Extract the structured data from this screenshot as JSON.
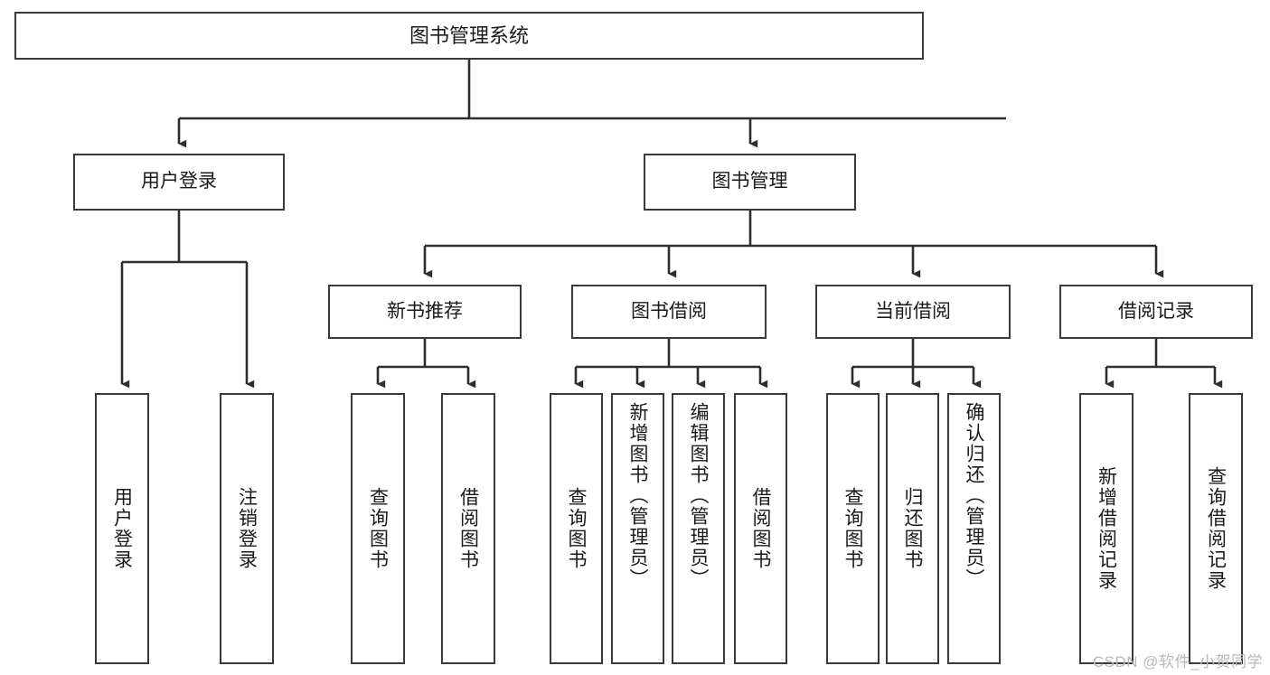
{
  "diagram": {
    "title_text": "图书管理系统",
    "type": "hierarchy-tree",
    "colors": {
      "border": "#3a3a3a",
      "text": "#1a1a1a",
      "background": "#ffffff",
      "watermark": "#b9b9b9"
    },
    "watermark": "CSDN @软件_小贺同学",
    "levels": {
      "root": {
        "label": "图书管理系统"
      },
      "level2": [
        {
          "label": "用户登录"
        },
        {
          "label": "图书管理"
        }
      ],
      "level3": [
        {
          "label": "新书推荐"
        },
        {
          "label": "图书借阅"
        },
        {
          "label": "当前借阅"
        },
        {
          "label": "借阅记录"
        }
      ],
      "leaves": [
        {
          "label": "用户登录",
          "parent": "用户登录"
        },
        {
          "label": "注销登录",
          "parent": "用户登录"
        },
        {
          "label": "查询图书",
          "parent": "新书推荐"
        },
        {
          "label": "借阅图书",
          "parent": "新书推荐"
        },
        {
          "label": "查询图书",
          "parent": "图书借阅"
        },
        {
          "label": "新增图书（管理员）",
          "parent": "图书借阅"
        },
        {
          "label": "编辑图书（管理员）",
          "parent": "图书借阅"
        },
        {
          "label": "借阅图书",
          "parent": "图书借阅"
        },
        {
          "label": "查询图书",
          "parent": "当前借阅"
        },
        {
          "label": "归还图书",
          "parent": "当前借阅"
        },
        {
          "label": "确认归还（管理员）",
          "parent": "当前借阅"
        },
        {
          "label": "新增借阅记录",
          "parent": "借阅记录"
        },
        {
          "label": "查询借阅记录",
          "parent": "借阅记录"
        }
      ]
    }
  }
}
